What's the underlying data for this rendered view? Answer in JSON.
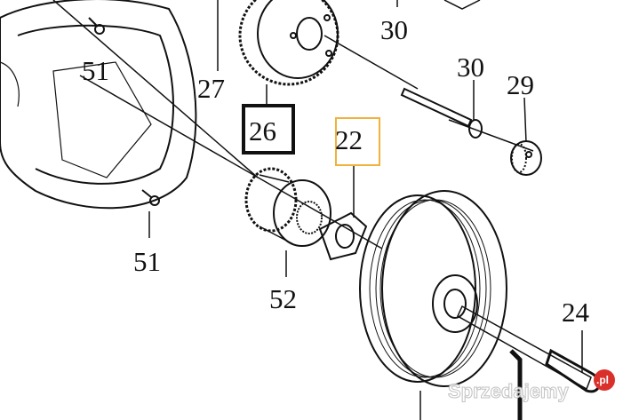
{
  "diagram": {
    "callouts": [
      {
        "id": "30a",
        "text": "30"
      },
      {
        "id": "51a",
        "text": "51"
      },
      {
        "id": "27",
        "text": "27"
      },
      {
        "id": "30b",
        "text": "30"
      },
      {
        "id": "29",
        "text": "29"
      },
      {
        "id": "26",
        "text": "26",
        "boxed": true,
        "box_color": "#111111"
      },
      {
        "id": "22",
        "text": "22",
        "boxed": true,
        "box_color": "#f0b23c"
      },
      {
        "id": "51b",
        "text": "51"
      },
      {
        "id": "52",
        "text": "52"
      },
      {
        "id": "24",
        "text": "24"
      }
    ],
    "watermark": {
      "text": "Sprzedajemy",
      "badge": ".pl",
      "badge_color": "#d9302c"
    }
  }
}
